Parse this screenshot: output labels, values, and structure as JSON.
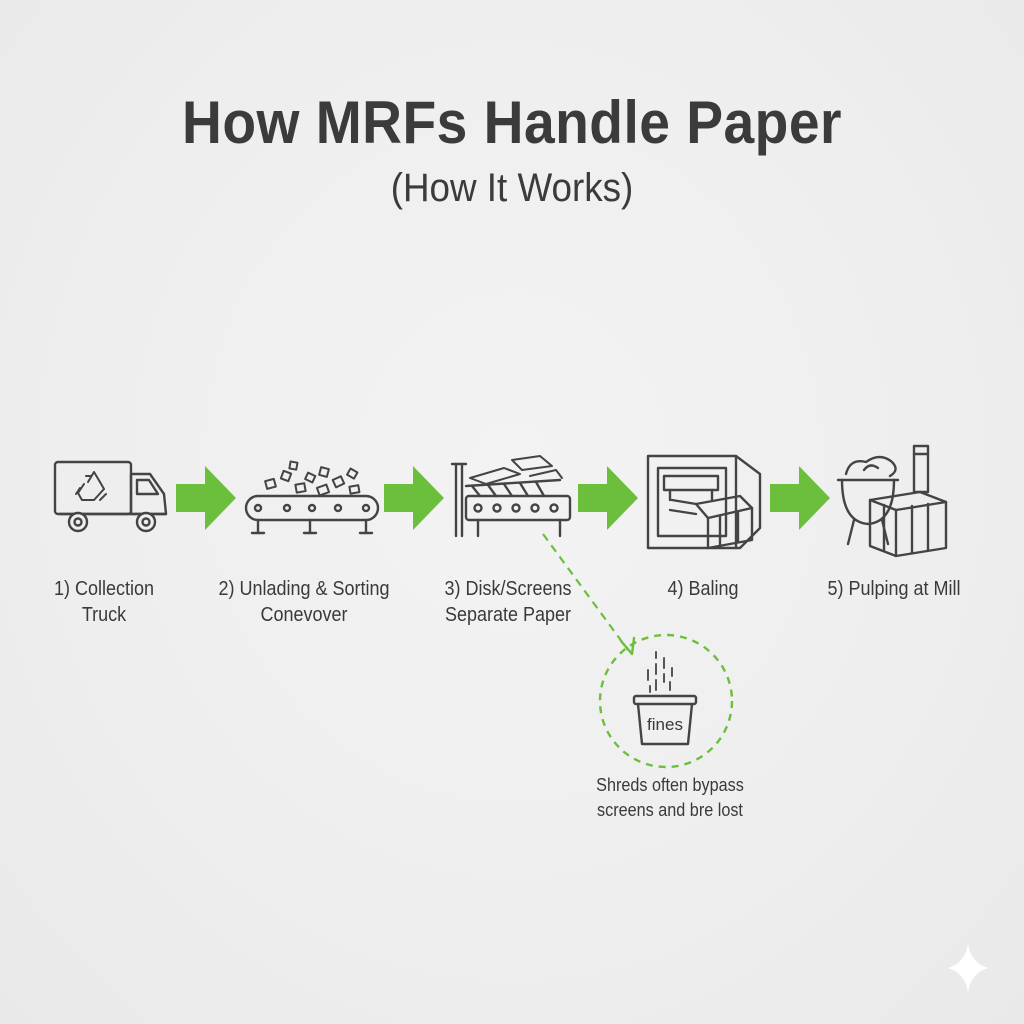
{
  "header": {
    "title": "How MRFs Handle Paper",
    "subtitle": "(How It Works)"
  },
  "steps": [
    {
      "line1": "1) Collection",
      "line2": "Truck",
      "icon": "collection-truck-icon"
    },
    {
      "line1": "2) Unlading & Sorting",
      "line2": "Conevover",
      "icon": "sorting-conveyor-icon"
    },
    {
      "line1": "3) Disk/Screens",
      "line2": "Separate Paper",
      "icon": "disk-screen-icon"
    },
    {
      "line1": "4) Baling",
      "line2": "",
      "icon": "baler-icon"
    },
    {
      "line1": "5) Pulping at Mill",
      "line2": "",
      "icon": "pulping-mill-icon"
    }
  ],
  "fines": {
    "bin_label": "fines",
    "note_line1": "Shreds often bypass",
    "note_line2": "screens and bre lost"
  },
  "colors": {
    "arrow_green": "#6cbf3c",
    "text": "#3a3a3a",
    "icon_stroke": "#444444",
    "background": "#efefef"
  }
}
